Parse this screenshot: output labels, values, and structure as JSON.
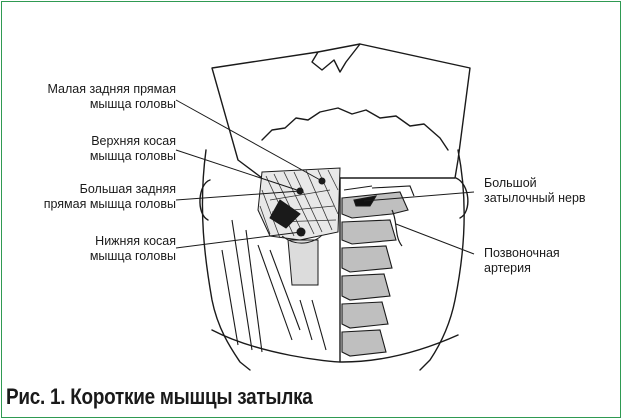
{
  "figure": {
    "caption": "Рис. 1. Короткие мышцы затылка",
    "labels": {
      "rectus_minor_line1": "Малая задняя прямая",
      "rectus_minor_line2": "мышца головы",
      "obliquus_superior_line1": "Верхняя косая",
      "obliquus_superior_line2": "мышца головы",
      "rectus_major_line1": "Большая задняя",
      "rectus_major_line2": "прямая мышца головы",
      "obliquus_inferior_line1": "Нижняя косая",
      "obliquus_inferior_line2": "мышца головы",
      "occipital_nerve_line1": "Большой",
      "occipital_nerve_line2": "затылочный нерв",
      "vertebral_artery_line1": "Позвоночная",
      "vertebral_artery_line2": "артерия"
    }
  },
  "colors": {
    "frame_border": "#2f9a52",
    "ink": "#1a1a1a"
  }
}
